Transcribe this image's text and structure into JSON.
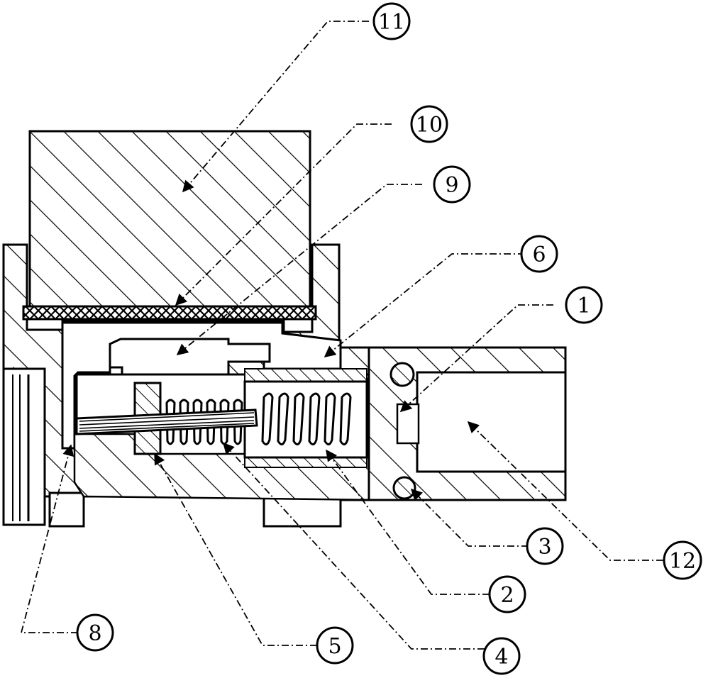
{
  "colors": {
    "ink": "#000000",
    "paper": "#ffffff"
  },
  "callouts": [
    {
      "id": "c11",
      "label": "11"
    },
    {
      "id": "c10",
      "label": "10"
    },
    {
      "id": "c9",
      "label": "9"
    },
    {
      "id": "c6",
      "label": "6"
    },
    {
      "id": "c1",
      "label": "1"
    },
    {
      "id": "c12",
      "label": "12"
    },
    {
      "id": "c3",
      "label": "3"
    },
    {
      "id": "c2",
      "label": "2"
    },
    {
      "id": "c4",
      "label": "4"
    },
    {
      "id": "c5",
      "label": "5"
    },
    {
      "id": "c8",
      "label": "8"
    }
  ]
}
